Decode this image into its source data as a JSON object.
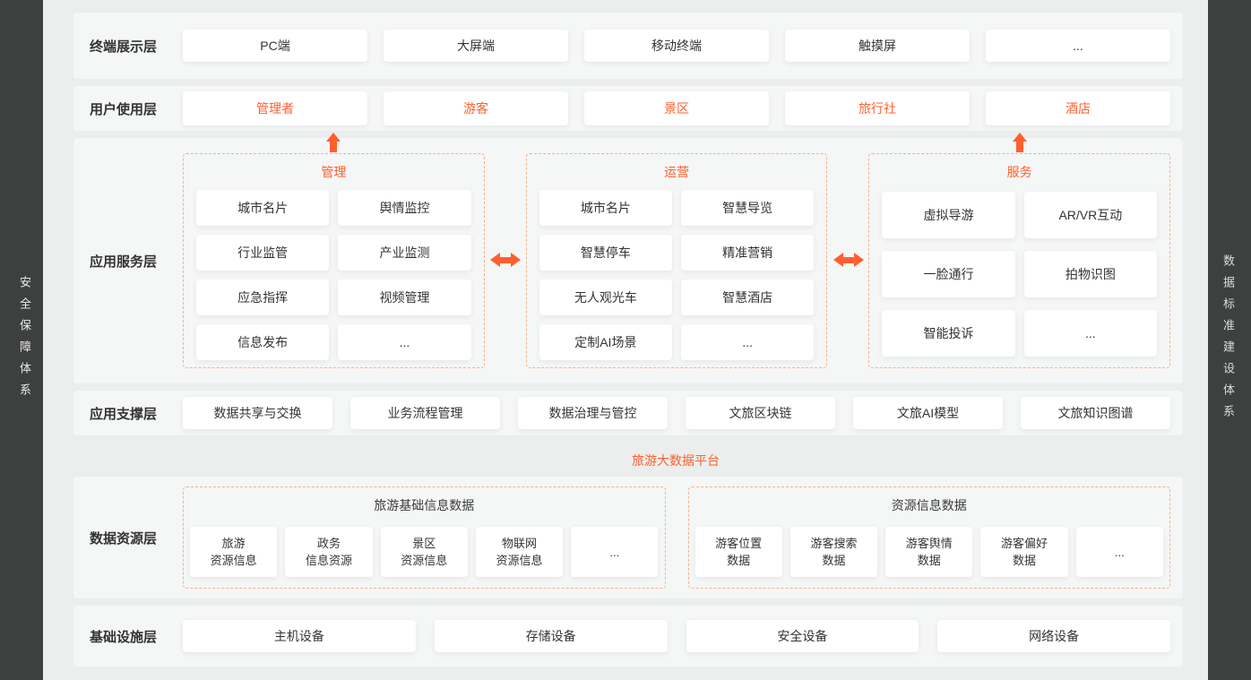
{
  "colors": {
    "accent": "#ff5f30",
    "dashed_border": "#f0b48c",
    "dark_band": "#3e3f3f"
  },
  "side_labels": {
    "left": "安全保障体系",
    "right": "数据标准建设体系"
  },
  "layers": {
    "terminal": {
      "label": "终端展示层",
      "items": [
        "PC端",
        "大屏端",
        "移动终端",
        "触摸屏",
        "..."
      ]
    },
    "user": {
      "label": "用户使用层",
      "items": [
        "管理者",
        "游客",
        "景区",
        "旅行社",
        "酒店"
      ]
    },
    "app_service": {
      "label": "应用服务层",
      "groups": [
        {
          "title": "管理",
          "items": [
            "城市名片",
            "舆情监控",
            "行业监管",
            "产业监测",
            "应急指挥",
            "视频管理",
            "信息发布",
            "..."
          ]
        },
        {
          "title": "运营",
          "items": [
            "城市名片",
            "智慧导览",
            "智慧停车",
            "精准营销",
            "无人观光车",
            "智慧酒店",
            "定制AI场景",
            "..."
          ]
        },
        {
          "title": "服务",
          "items": [
            "虚拟导游",
            "AR/VR互动",
            "一脸通行",
            "拍物识图",
            "智能投诉",
            "..."
          ]
        }
      ]
    },
    "app_support": {
      "label": "应用支撑层",
      "items": [
        "数据共享与交换",
        "业务流程管理",
        "数据治理与管控",
        "文旅区块链",
        "文旅AI模型",
        "文旅知识图谱"
      ]
    },
    "platform_banner": "旅游大数据平台",
    "data_resource": {
      "label": "数据资源层",
      "groups": [
        {
          "title": "旅游基础信息数据",
          "items": [
            "旅游\n资源信息",
            "政务\n信息资源",
            "景区\n资源信息",
            "物联网\n资源信息",
            "..."
          ]
        },
        {
          "title": "资源信息数据",
          "items": [
            "游客位置\n数据",
            "游客搜索\n数据",
            "游客舆情\n数据",
            "游客偏好\n数据",
            "..."
          ]
        }
      ]
    },
    "infrastructure": {
      "label": "基础设施层",
      "items": [
        "主机设备",
        "存储设备",
        "安全设备",
        "网络设备"
      ]
    }
  }
}
